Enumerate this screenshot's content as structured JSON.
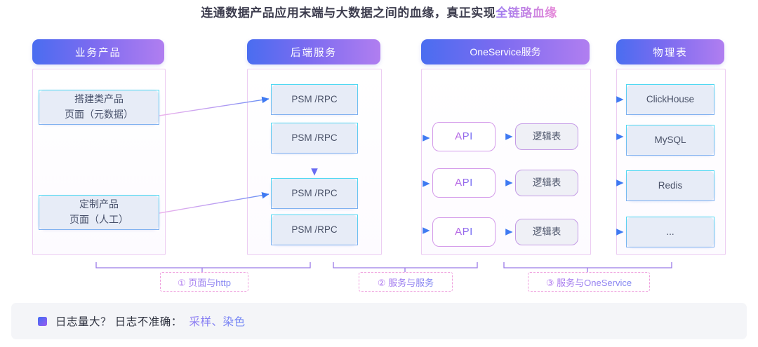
{
  "title": {
    "main": "连通数据产品应用末端与大数据之间的血缘，真正实现",
    "highlight": "全链路血缘"
  },
  "colors": {
    "header_gradient_start": "#4a6df0",
    "header_gradient_end": "#b07ef0",
    "node_border_cyan": "#5fd2ec",
    "node_fill_blue": "#e7ecf7",
    "api_border": "#d49bea",
    "logic_fill": "#eff0f6",
    "tag_border": "#ef9ddd",
    "arrow_start": "#e9a8ea",
    "arrow_end": "#4a7ef5",
    "panel_border": "#eccdf2",
    "footer_bg": "#f4f5f8"
  },
  "columns": [
    {
      "id": "business-product",
      "header": "业务产品",
      "nodes": [
        {
          "id": "build-product",
          "line1": "搭建类产品",
          "line2": "页面（元数据）"
        },
        {
          "id": "custom-product",
          "line1": "定制产品",
          "line2": "页面（人工）"
        }
      ]
    },
    {
      "id": "backend-service",
      "header": "后端服务",
      "nodes": [
        {
          "id": "psm-rpc-1",
          "line1": "PSM /RPC"
        },
        {
          "id": "psm-rpc-2",
          "line1": "PSM /RPC"
        },
        {
          "id": "psm-rpc-3",
          "line1": "PSM /RPC"
        },
        {
          "id": "psm-rpc-4",
          "line1": "PSM /RPC"
        }
      ]
    },
    {
      "id": "oneservice",
      "header": "OneService服务",
      "nodes": [
        {
          "id": "api-1",
          "line1": "API"
        },
        {
          "id": "logic-1",
          "line1": "逻辑表"
        },
        {
          "id": "api-2",
          "line1": "API"
        },
        {
          "id": "logic-2",
          "line1": "逻辑表"
        },
        {
          "id": "api-3",
          "line1": "API"
        },
        {
          "id": "logic-3",
          "line1": "逻辑表"
        }
      ]
    },
    {
      "id": "physical-table",
      "header": "物理表",
      "nodes": [
        {
          "id": "clickhouse",
          "line1": "ClickHouse"
        },
        {
          "id": "mysql",
          "line1": "MySQL"
        },
        {
          "id": "redis",
          "line1": "Redis"
        },
        {
          "id": "more",
          "line1": "..."
        }
      ]
    }
  ],
  "tags": [
    {
      "id": "tag-1",
      "label": "① 页面与http"
    },
    {
      "id": "tag-2",
      "label": "② 服务与服务"
    },
    {
      "id": "tag-3",
      "label": "③ 服务与OneService"
    }
  ],
  "footer": {
    "text_plain": "日志量大？ 日志不准确：",
    "text_accent": "采样、染色"
  }
}
